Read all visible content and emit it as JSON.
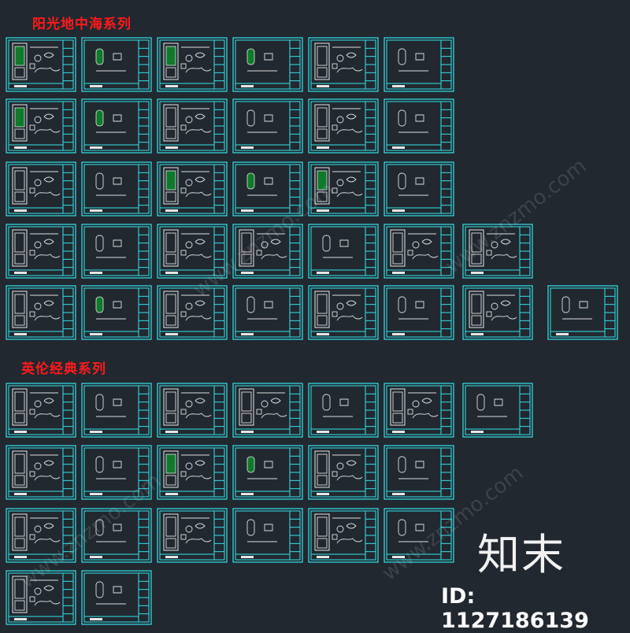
{
  "sections": [
    {
      "title": "阳光地中海系列"
    },
    {
      "title": "英伦经典系列"
    }
  ],
  "watermark": {
    "brand": "知末",
    "id_text": "ID: 1127186139",
    "url": "www.znzmo.com"
  },
  "colors": {
    "background": "#212830",
    "frame": "#35e3e8",
    "title": "#ff1a1a",
    "glass": "#0e7a2a"
  },
  "sheet_rows": [
    {
      "kinds": [
        "door",
        "panel",
        "door",
        "panel",
        "door",
        "panel"
      ],
      "glass": [
        true,
        true,
        true,
        true,
        false,
        false
      ]
    },
    {
      "kinds": [
        "door",
        "panel",
        "door",
        "panel",
        "door",
        "panel"
      ],
      "glass": [
        true,
        true,
        false,
        false,
        false,
        false
      ]
    },
    {
      "kinds": [
        "door",
        "panel",
        "door",
        "panel",
        "door",
        "panel"
      ],
      "glass": [
        false,
        false,
        true,
        true,
        true,
        false
      ]
    },
    {
      "kinds": [
        "door",
        "panel",
        "door",
        "door",
        "panel",
        "door",
        "door"
      ],
      "glass": [
        false,
        false,
        false,
        false,
        false,
        false,
        false
      ]
    },
    {
      "kinds": [
        "door",
        "panel",
        "door",
        "panel",
        "door",
        "panel",
        "door",
        "panel"
      ],
      "glass": [
        false,
        true,
        false,
        false,
        false,
        false,
        false,
        false
      ]
    },
    {
      "kinds": [
        "door",
        "panel",
        "door",
        "door",
        "panel",
        "door",
        "panel"
      ],
      "glass": [
        false,
        false,
        false,
        false,
        false,
        false,
        false
      ]
    },
    {
      "kinds": [
        "door",
        "panel",
        "door",
        "panel",
        "door",
        "panel"
      ],
      "glass": [
        false,
        false,
        true,
        true,
        false,
        false
      ]
    },
    {
      "kinds": [
        "door",
        "panel",
        "door",
        "panel",
        "door",
        "panel"
      ],
      "glass": [
        false,
        false,
        false,
        false,
        false,
        false
      ]
    },
    {
      "kinds": [
        "door",
        "panel"
      ],
      "glass": [
        false,
        false
      ]
    }
  ]
}
